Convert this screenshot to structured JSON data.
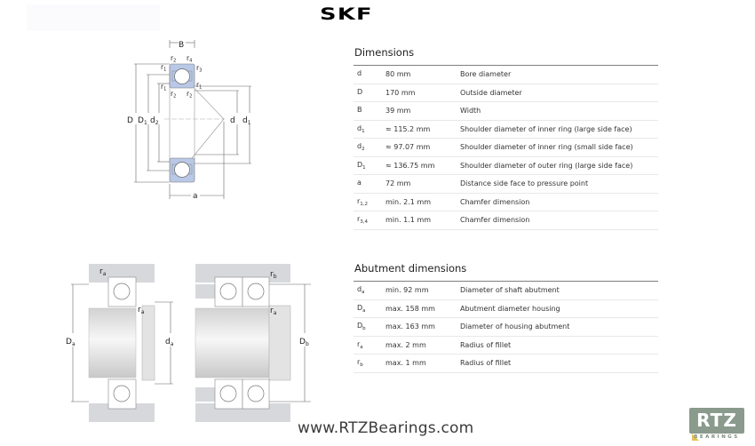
{
  "brand": {
    "logo_text": "SKF"
  },
  "dimensions": {
    "title": "Dimensions",
    "rows": [
      {
        "sym": "d",
        "sub": "",
        "value": "80 mm",
        "desc": "Bore diameter"
      },
      {
        "sym": "D",
        "sub": "",
        "value": "170 mm",
        "desc": "Outside diameter"
      },
      {
        "sym": "B",
        "sub": "",
        "value": "39 mm",
        "desc": "Width"
      },
      {
        "sym": "d",
        "sub": "1",
        "value": "≈ 115.2 mm",
        "desc": "Shoulder diameter of inner ring (large side face)"
      },
      {
        "sym": "d",
        "sub": "2",
        "value": "≈ 97.07 mm",
        "desc": "Shoulder diameter of inner ring (small side face)"
      },
      {
        "sym": "D",
        "sub": "1",
        "value": "≈ 136.75 mm",
        "desc": "Shoulder diameter of outer ring (large side face)"
      },
      {
        "sym": "a",
        "sub": "",
        "value": "72 mm",
        "desc": "Distance side face to pressure point"
      },
      {
        "sym": "r",
        "sub": "1,2",
        "value": "min. 2.1 mm",
        "desc": "Chamfer dimension"
      },
      {
        "sym": "r",
        "sub": "3,4",
        "value": "min. 1.1 mm",
        "desc": "Chamfer dimension"
      }
    ]
  },
  "abutment": {
    "title": "Abutment dimensions",
    "rows": [
      {
        "sym": "d",
        "sub": "a",
        "value": "min. 92 mm",
        "desc": "Diameter of shaft abutment"
      },
      {
        "sym": "D",
        "sub": "a",
        "value": "max. 158 mm",
        "desc": "Abutment diameter housing"
      },
      {
        "sym": "D",
        "sub": "b",
        "value": "max. 163 mm",
        "desc": "Diameter of housing abutment"
      },
      {
        "sym": "r",
        "sub": "a",
        "value": "max. 2 mm",
        "desc": "Radius of fillet"
      },
      {
        "sym": "r",
        "sub": "b",
        "value": "max. 1 mm",
        "desc": "Radius of fillet"
      }
    ]
  },
  "bearing_diagram": {
    "labels": {
      "B": "B",
      "D": "D",
      "D1": "D",
      "D1_sub": "1",
      "d2": "d",
      "d2_sub": "2",
      "d": "d",
      "d1": "d",
      "d1_sub": "1",
      "a": "a",
      "r1": "r",
      "r1_sub": "1",
      "r2": "r",
      "r2_sub": "2",
      "r3": "r",
      "r3_sub": "3",
      "r4": "r",
      "r4_sub": "4"
    }
  },
  "abutment_diagram": {
    "labels": {
      "ra": "r",
      "ra_sub": "a",
      "rb": "r",
      "rb_sub": "b",
      "Da": "D",
      "Da_sub": "a",
      "da": "d",
      "da_sub": "a",
      "Db": "D",
      "Db_sub": "b"
    }
  },
  "footer": {
    "url": "www.RTZBearings.com",
    "logo_main": "RTZ",
    "logo_sub": "BEARINGS",
    "logo_color": "#8a9a8c",
    "logo_accent": "#e3c15b"
  },
  "colors": {
    "bearing_fill": "#b9c8e6",
    "housing_fill": "#d6d8dc",
    "rule": "#7f7f7f"
  }
}
